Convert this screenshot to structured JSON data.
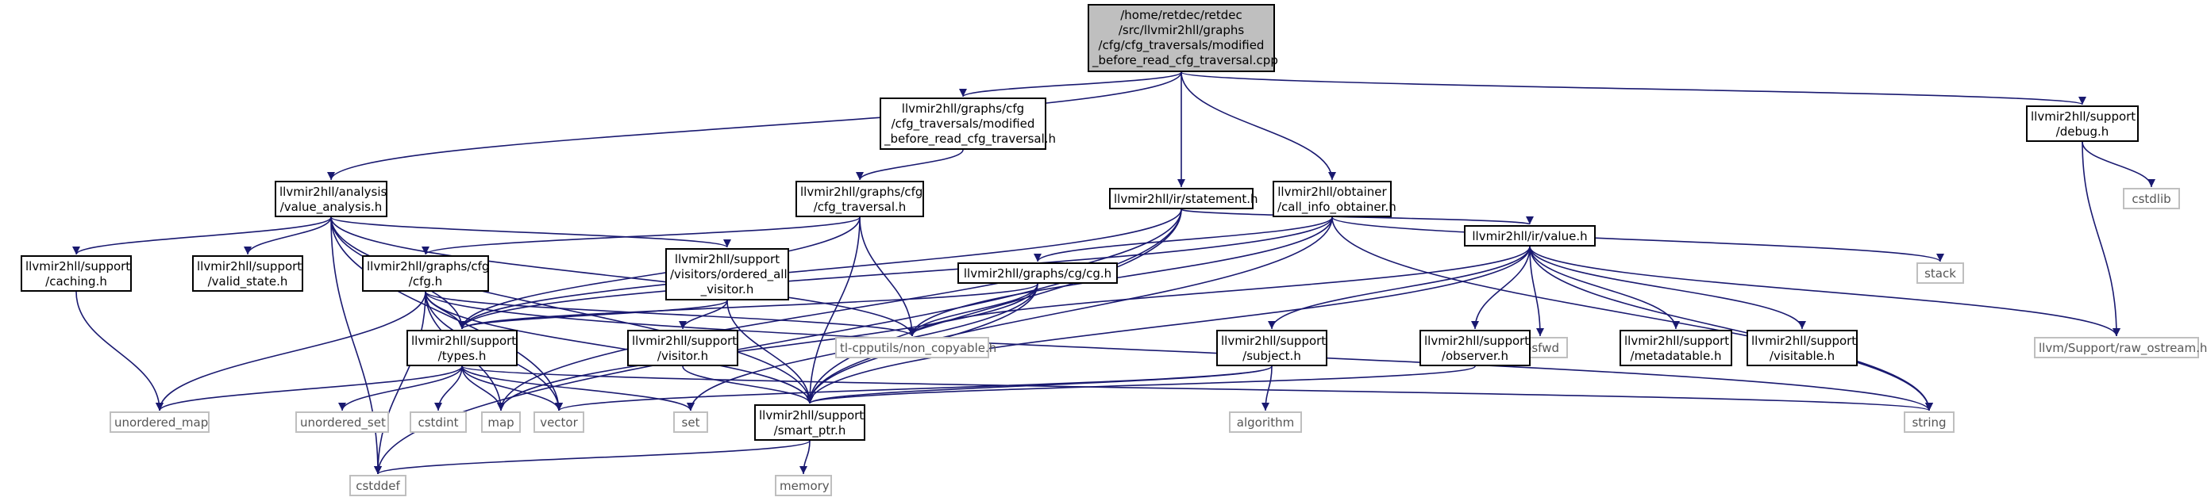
{
  "colors": {
    "edge": "#191970",
    "node_border": "#000000",
    "external_border": "#bfbfbf",
    "root_fill": "#bfbfbf"
  },
  "nodes": {
    "root": {
      "lines": [
        "/home/retdec/retdec",
        "/src/llvmir2hll/graphs",
        "/cfg/cfg_traversals/modified",
        "_before_read_cfg_traversal.cpp"
      ]
    },
    "modbefore": {
      "lines": [
        "llvmir2hll/graphs/cfg",
        "/cfg_traversals/modified",
        "_before_read_cfg_traversal.h"
      ]
    },
    "cfgtrav": {
      "lines": [
        "llvmir2hll/graphs/cfg",
        "/cfg_traversal.h"
      ]
    },
    "valanalysis": {
      "lines": [
        "llvmir2hll/analysis",
        "/value_analysis.h"
      ]
    },
    "statement": {
      "lines": [
        "llvmir2hll/ir/statement.h"
      ]
    },
    "callinfo": {
      "lines": [
        "llvmir2hll/obtainer",
        "/call_info_obtainer.h"
      ]
    },
    "debug": {
      "lines": [
        "llvmir2hll/support",
        "/debug.h"
      ]
    },
    "caching": {
      "lines": [
        "llvmir2hll/support",
        "/caching.h"
      ]
    },
    "validstate": {
      "lines": [
        "llvmir2hll/support",
        "/valid_state.h"
      ]
    },
    "cfgh": {
      "lines": [
        "llvmir2hll/graphs/cfg",
        "/cfg.h"
      ]
    },
    "orderedall": {
      "lines": [
        "llvmir2hll/support",
        "/visitors/ordered_all",
        "_visitor.h"
      ]
    },
    "cgh": {
      "lines": [
        "llvmir2hll/graphs/cg/cg.h"
      ]
    },
    "valueh": {
      "lines": [
        "llvmir2hll/ir/value.h"
      ]
    },
    "stack": {
      "lines": [
        "stack"
      ]
    },
    "cstdlib": {
      "lines": [
        "cstdlib"
      ]
    },
    "typesh": {
      "lines": [
        "llvmir2hll/support",
        "/types.h"
      ]
    },
    "noncopy": {
      "lines": [
        "tl-cpputils/non_copyable.h"
      ]
    },
    "visitorh": {
      "lines": [
        "llvmir2hll/support",
        "/visitor.h"
      ]
    },
    "subjecth": {
      "lines": [
        "llvmir2hll/support",
        "/subject.h"
      ]
    },
    "iosfwd": {
      "lines": [
        "iosfwd"
      ]
    },
    "observerh": {
      "lines": [
        "llvmir2hll/support",
        "/observer.h"
      ]
    },
    "metadatable": {
      "lines": [
        "llvmir2hll/support",
        "/metadatable.h"
      ]
    },
    "visitable": {
      "lines": [
        "llvmir2hll/support",
        "/visitable.h"
      ]
    },
    "rawostream": {
      "lines": [
        "llvm/Support/raw_ostream.h"
      ]
    },
    "smartptr": {
      "lines": [
        "llvmir2hll/support",
        "/smart_ptr.h"
      ]
    },
    "umap": {
      "lines": [
        "unordered_map"
      ]
    },
    "uset": {
      "lines": [
        "unordered_set"
      ]
    },
    "cstdint": {
      "lines": [
        "cstdint"
      ]
    },
    "map": {
      "lines": [
        "map"
      ]
    },
    "vector": {
      "lines": [
        "vector"
      ]
    },
    "set": {
      "lines": [
        "set"
      ]
    },
    "algorithm": {
      "lines": [
        "algorithm"
      ]
    },
    "string": {
      "lines": [
        "string"
      ]
    },
    "cstddef": {
      "lines": [
        "cstddef"
      ]
    },
    "memory": {
      "lines": [
        "memory"
      ]
    }
  },
  "edges": [
    [
      "root",
      "valanalysis"
    ],
    [
      "root",
      "modbefore"
    ],
    [
      "root",
      "statement"
    ],
    [
      "root",
      "callinfo"
    ],
    [
      "root",
      "debug"
    ],
    [
      "modbefore",
      "cfgtrav"
    ],
    [
      "cfgtrav",
      "cfgh"
    ],
    [
      "cfgtrav",
      "typesh"
    ],
    [
      "cfgtrav",
      "noncopy"
    ],
    [
      "cfgtrav",
      "smartptr"
    ],
    [
      "valanalysis",
      "caching"
    ],
    [
      "valanalysis",
      "validstate"
    ],
    [
      "valanalysis",
      "orderedall"
    ],
    [
      "valanalysis",
      "typesh"
    ],
    [
      "valanalysis",
      "noncopy"
    ],
    [
      "valanalysis",
      "smartptr"
    ],
    [
      "valanalysis",
      "cstddef"
    ],
    [
      "valanalysis",
      "vector"
    ],
    [
      "statement",
      "valueh"
    ],
    [
      "statement",
      "typesh"
    ],
    [
      "statement",
      "smartptr"
    ],
    [
      "statement",
      "map"
    ],
    [
      "statement",
      "cstddef"
    ],
    [
      "callinfo",
      "cgh"
    ],
    [
      "callinfo",
      "typesh"
    ],
    [
      "callinfo",
      "noncopy"
    ],
    [
      "callinfo",
      "stack"
    ],
    [
      "callinfo",
      "smartptr"
    ],
    [
      "callinfo",
      "string"
    ],
    [
      "debug",
      "cstdlib"
    ],
    [
      "debug",
      "rawostream"
    ],
    [
      "caching",
      "umap"
    ],
    [
      "cfgh",
      "typesh"
    ],
    [
      "cfgh",
      "noncopy"
    ],
    [
      "cfgh",
      "smartptr"
    ],
    [
      "cfgh",
      "umap"
    ],
    [
      "cfgh",
      "map"
    ],
    [
      "cfgh",
      "vector"
    ],
    [
      "cfgh",
      "string"
    ],
    [
      "cfgh",
      "cstddef"
    ],
    [
      "orderedall",
      "typesh"
    ],
    [
      "orderedall",
      "visitorh"
    ],
    [
      "orderedall",
      "smartptr"
    ],
    [
      "cgh",
      "typesh"
    ],
    [
      "cgh",
      "noncopy"
    ],
    [
      "cgh",
      "smartptr"
    ],
    [
      "cgh",
      "map"
    ],
    [
      "cgh",
      "set"
    ],
    [
      "valueh",
      "noncopy"
    ],
    [
      "valueh",
      "subjecth"
    ],
    [
      "valueh",
      "iosfwd"
    ],
    [
      "valueh",
      "observerh"
    ],
    [
      "valueh",
      "metadatable"
    ],
    [
      "valueh",
      "visitable"
    ],
    [
      "valueh",
      "rawostream"
    ],
    [
      "valueh",
      "smartptr"
    ],
    [
      "valueh",
      "string"
    ],
    [
      "typesh",
      "umap"
    ],
    [
      "typesh",
      "uset"
    ],
    [
      "typesh",
      "cstdint"
    ],
    [
      "typesh",
      "map"
    ],
    [
      "typesh",
      "vector"
    ],
    [
      "typesh",
      "set"
    ],
    [
      "typesh",
      "string"
    ],
    [
      "visitorh",
      "smartptr"
    ],
    [
      "subjecth",
      "smartptr"
    ],
    [
      "subjecth",
      "algorithm"
    ],
    [
      "subjecth",
      "vector"
    ],
    [
      "observerh",
      "smartptr"
    ],
    [
      "smartptr",
      "memory"
    ],
    [
      "smartptr",
      "cstddef"
    ]
  ]
}
